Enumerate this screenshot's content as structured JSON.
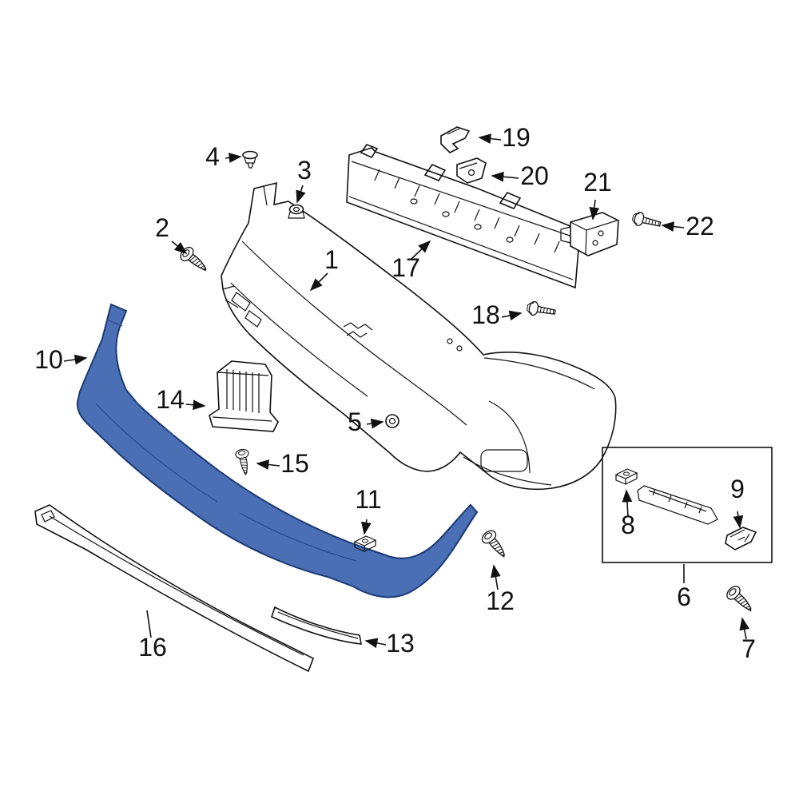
{
  "diagram": {
    "type": "exploded-parts-diagram",
    "background_color": "#ffffff",
    "line_color": "#111111",
    "highlight_color": "#4a6fb5",
    "highlight_outline_color": "#1b3a73"
  },
  "callouts": [
    {
      "number": "1"
    },
    {
      "number": "2"
    },
    {
      "number": "3"
    },
    {
      "number": "4"
    },
    {
      "number": "5"
    },
    {
      "number": "6"
    },
    {
      "number": "7"
    },
    {
      "number": "8"
    },
    {
      "number": "9"
    },
    {
      "number": "10"
    },
    {
      "number": "11"
    },
    {
      "number": "12"
    },
    {
      "number": "13"
    },
    {
      "number": "14"
    },
    {
      "number": "15"
    },
    {
      "number": "16"
    },
    {
      "number": "17"
    },
    {
      "number": "18"
    },
    {
      "number": "19"
    },
    {
      "number": "20"
    },
    {
      "number": "21"
    },
    {
      "number": "22"
    }
  ]
}
